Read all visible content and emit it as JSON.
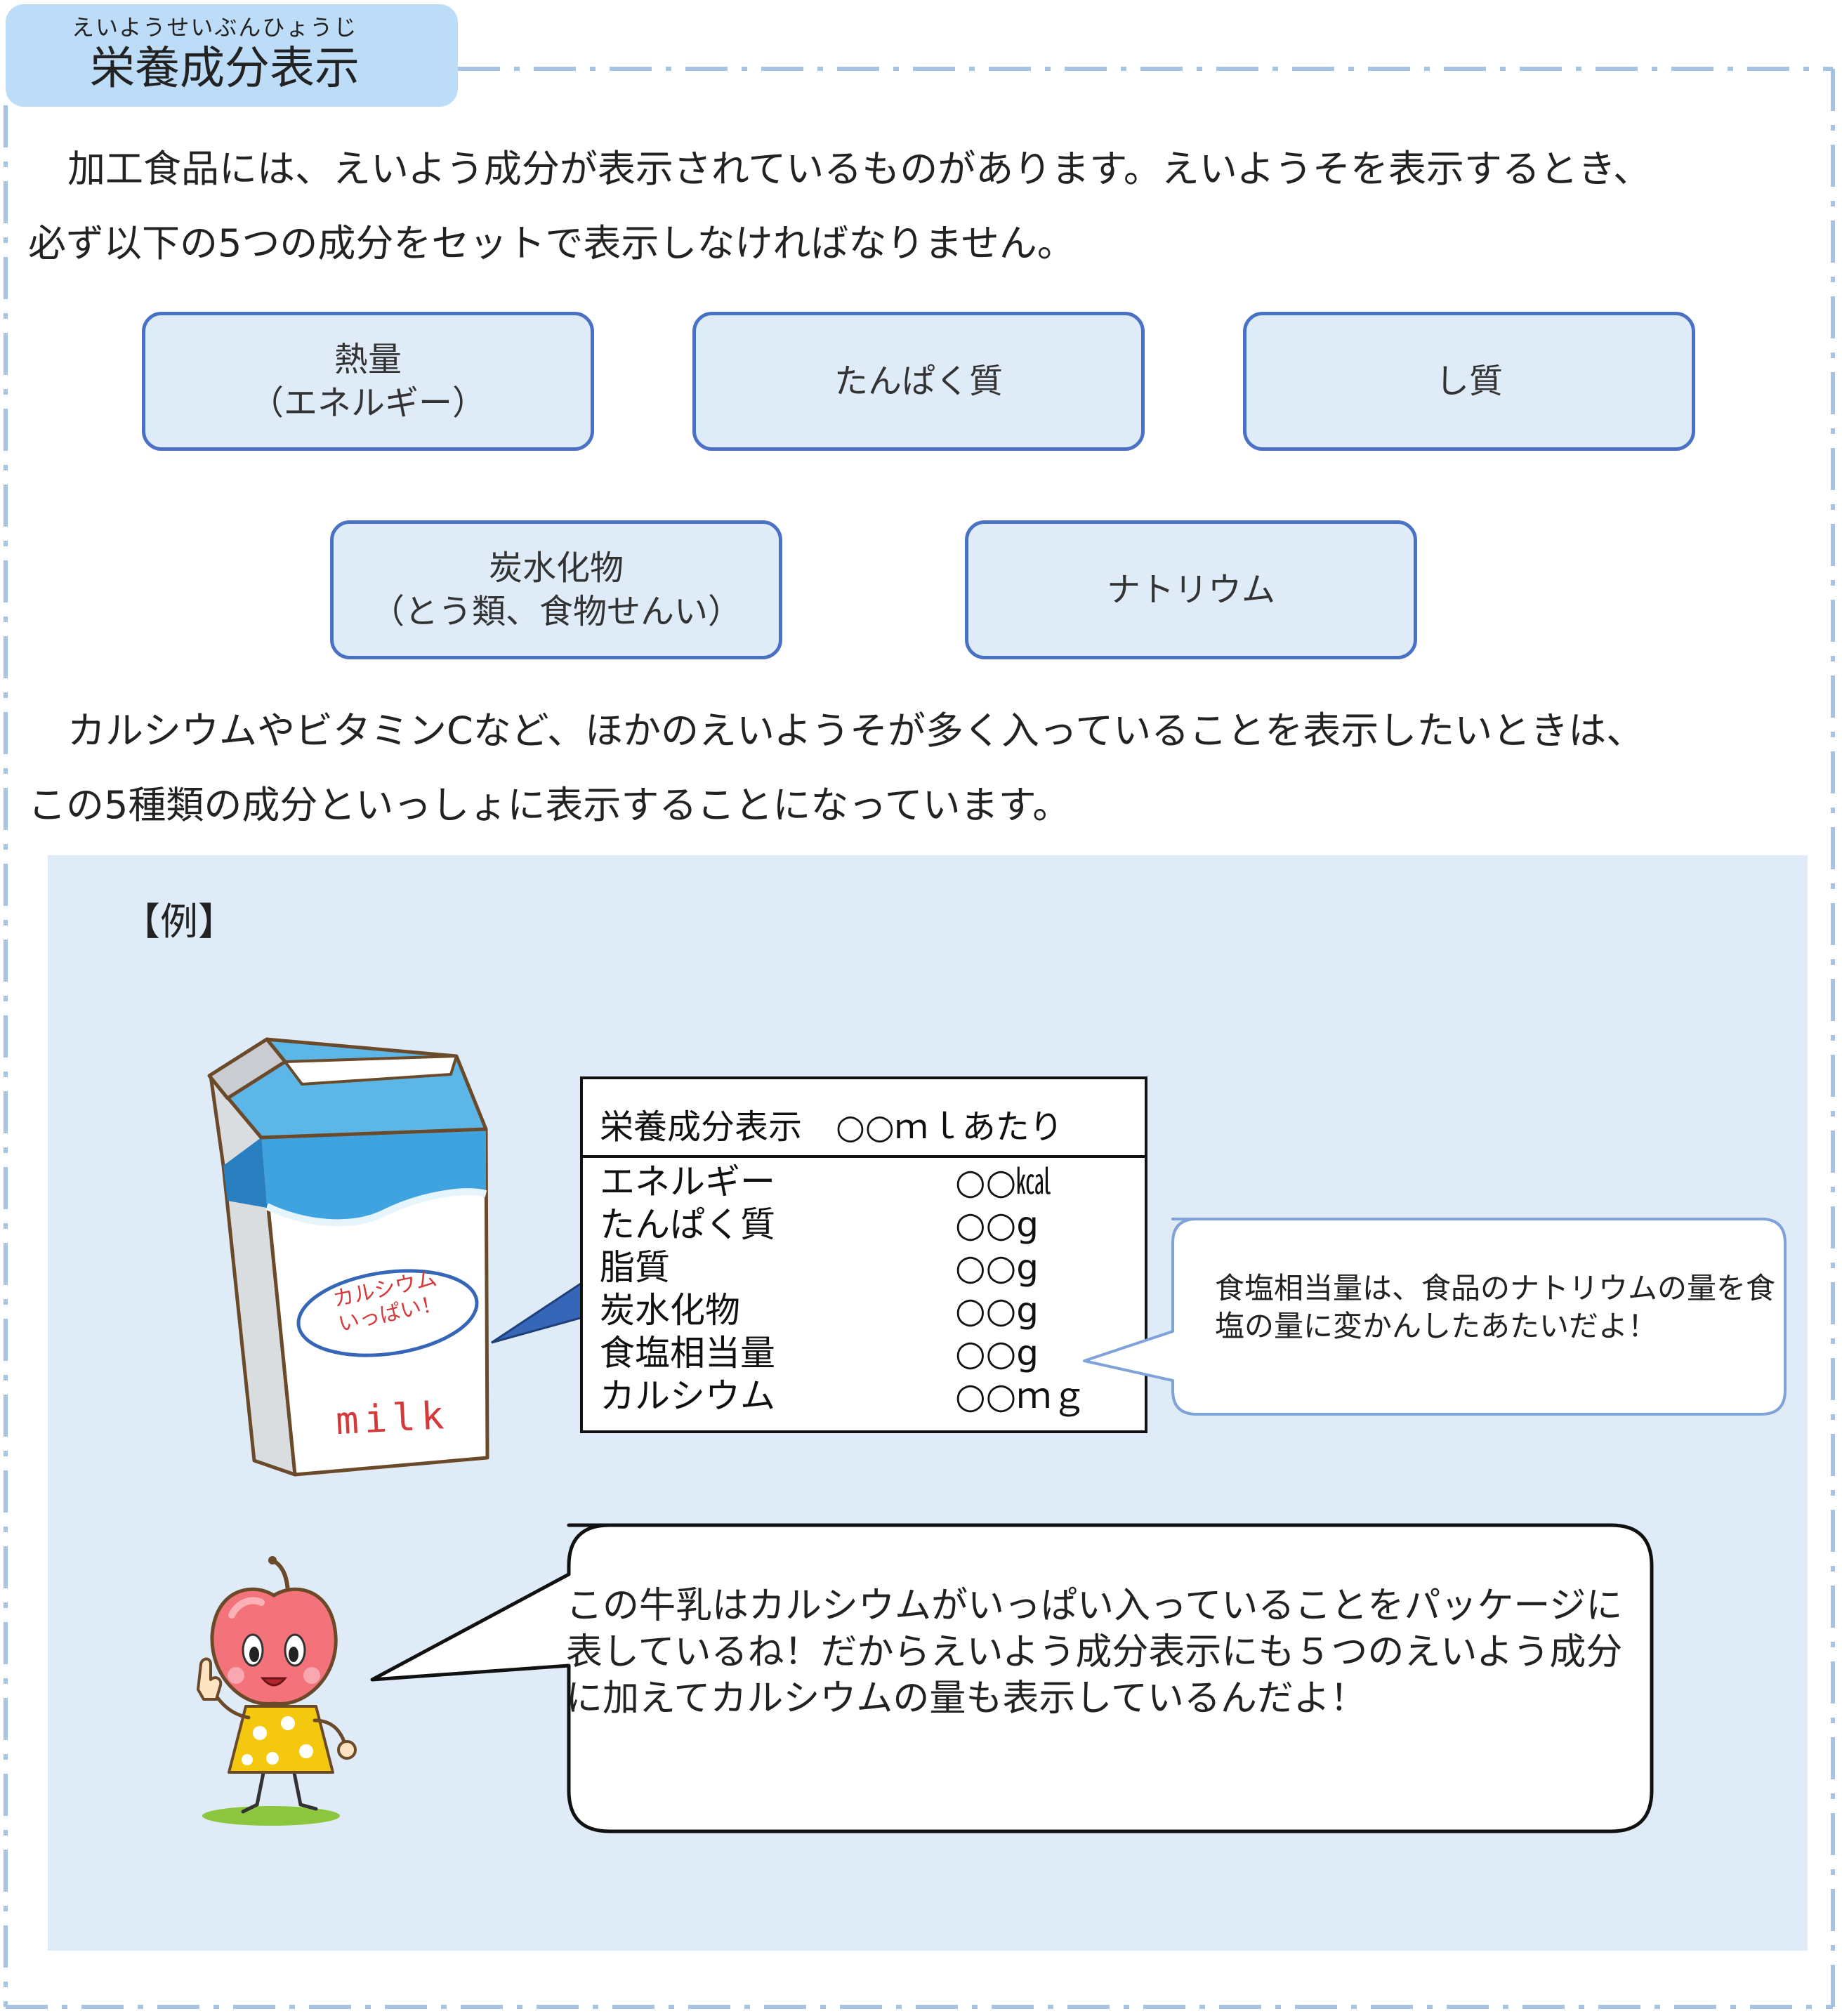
{
  "header": {
    "ruby": "えいようせいぶんひょうじ",
    "title": "栄養成分表示"
  },
  "intro": {
    "line1": "加工食品には、えいよう成分が表示されているものがあります。えいようそを表示するとき、",
    "line2": "必ず以下の5つの成分をセットで表示しなければなりません。"
  },
  "nutrients": [
    {
      "line1": "熱量",
      "line2": "（エネルギー）"
    },
    {
      "line1": "たんぱく質",
      "line2": ""
    },
    {
      "line1": "し質",
      "line2": ""
    },
    {
      "line1": "炭水化物",
      "line2": "（とう類、食物せんい）"
    },
    {
      "line1": "ナトリウム",
      "line2": ""
    }
  ],
  "para2": {
    "line1": "カルシウムやビタミンCなど、ほかのえいようそが多く入っていることを表示したいときは、",
    "line2": "この5種類の成分といっしょに表示することになっています。"
  },
  "example": {
    "label": "【例】",
    "milk_label": "カルシウム いっぱい！",
    "milk_word": "milk",
    "table_header": "栄養成分表示　○○ｍｌあたり",
    "rows": [
      {
        "name": "エネルギー",
        "value": "○○㎉"
      },
      {
        "name": "たんぱく質",
        "value": "○○g"
      },
      {
        "name": "脂質",
        "value": "○○g"
      },
      {
        "name": "炭水化物",
        "value": "○○g"
      },
      {
        "name": "食塩相当量",
        "value": "○○g"
      },
      {
        "name": "カルシウム",
        "value": "○○ｍｇ"
      }
    ],
    "salt_note": "食塩相当量は、食品のナトリウムの量を食塩の量に変かんしたあたいだよ！",
    "character_speech": "この牛乳はカルシウムがいっぱい入っていることをパッケージに表しているね！だからえいよう成分表示にも５つのえいよう成分に加えてカルシウムの量も表示しているんだよ！"
  },
  "colors": {
    "tab": "#bddcf7",
    "box_fill": "#e0ebf8",
    "box_border": "#4a72c4",
    "frame_dash": "#a8c2e4",
    "milk_blue": "#3fa3e0",
    "milk_text": "#d43a3a"
  }
}
